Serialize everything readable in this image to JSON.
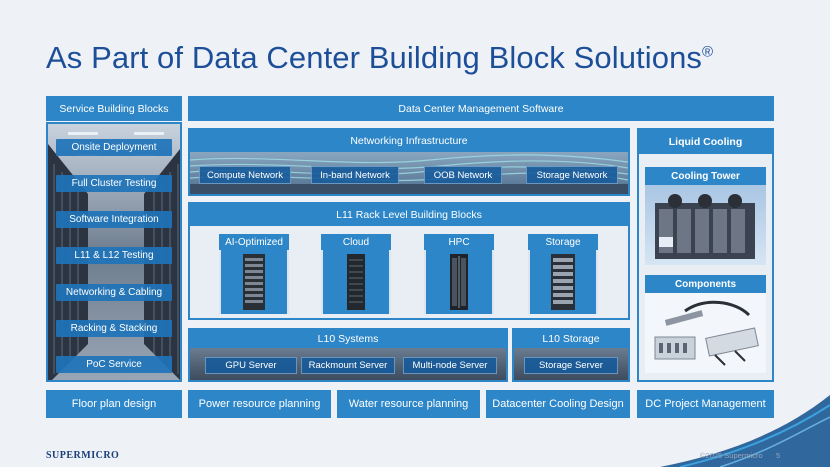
{
  "slide": {
    "title": "As Part of Data Center Building Block Solutions",
    "registered": "®"
  },
  "service": {
    "header": "Service Building Blocks",
    "items": [
      "Onsite Deployment",
      "Full Cluster Testing",
      "Software Integration",
      "L11 & L12 Testing",
      "Networking & Cabling",
      "Racking & Stacking",
      "PoC Service"
    ]
  },
  "management": {
    "label": "Data Center Management Software"
  },
  "networking": {
    "header": "Networking Infrastructure",
    "items": [
      "Compute Network",
      "In-band Network",
      "OOB Network",
      "Storage Network"
    ]
  },
  "l11": {
    "header": "L11 Rack Level Building Blocks",
    "racks": [
      "AI-Optimized",
      "Cloud",
      "HPC",
      "Storage"
    ]
  },
  "l10_systems": {
    "header": "L10 Systems",
    "items": [
      "GPU Server",
      "Rackmount Server",
      "Multi-node Server"
    ]
  },
  "l10_storage": {
    "header": "L10 Storage",
    "items": [
      "Storage Server"
    ]
  },
  "liquid": {
    "header": "Liquid Cooling",
    "tower": "Cooling Tower",
    "components": "Components"
  },
  "bottom_row": [
    "Floor plan  design",
    "Power resource planning",
    "Water resource planning",
    "Datacenter Cooling Design",
    "DC Project Management"
  ],
  "footer": {
    "logo": "SUPERMICRO",
    "copyright": "©2025 Supermicro",
    "page": "5"
  },
  "colors": {
    "accent": "#2d86c7",
    "title": "#1d4f99",
    "background": "#eef1f6"
  }
}
